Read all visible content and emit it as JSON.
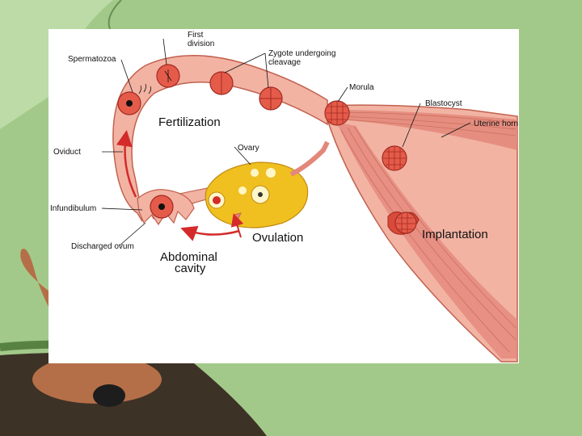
{
  "diagram": {
    "labels": {
      "first_division": [
        "First",
        "division"
      ],
      "spermatozoa": "Spermatozoa",
      "zygote_cleavage": [
        "Zygote undergoing",
        "cleavage"
      ],
      "morula": "Morula",
      "blastocyst": "Blastocyst",
      "uterine_horn": "Uterine horn",
      "fertilization": "Fertilization",
      "oviduct": "Oviduct",
      "ovary": "Ovary",
      "infundibulum": "Infundibulum",
      "discharged_ovum": "Discharged ovum",
      "ovulation": "Ovulation",
      "implantation": "Implantation",
      "abdominal_cavity": [
        "Abdominal",
        "cavity"
      ]
    }
  },
  "colors": {
    "slide_background": "#a3c98a",
    "tissue": "#f2b3a3",
    "tissue_outline": "#c2614f",
    "muscle": "#e3877a",
    "ovary": "#f0c020",
    "arrow": "#d42a2a"
  }
}
